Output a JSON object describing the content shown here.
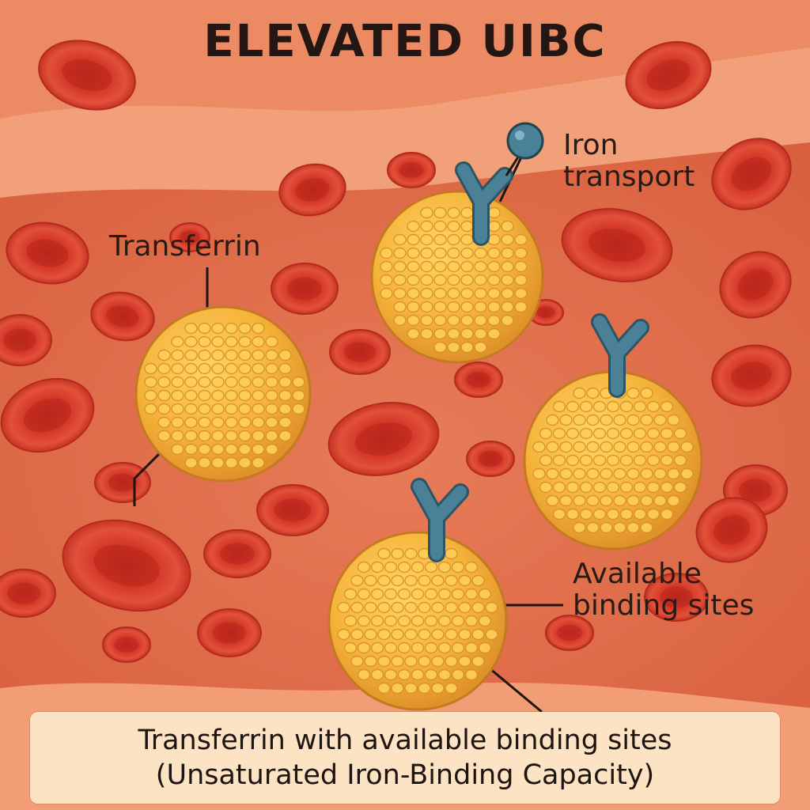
{
  "title": "ELEVATED UIBC",
  "labels": {
    "transferrin": "Transferrin",
    "iron_transport_line1": "Iron",
    "iron_transport_line2": "transport",
    "available_line1": "Available",
    "available_line2": "binding sites"
  },
  "caption": {
    "line1": "Transferrin with available binding sites",
    "line2": "(Unsaturated Iron-Binding Capacity)"
  },
  "colors": {
    "background": "#ec8a63",
    "vessel_wall": "#f2a07a",
    "vessel_lumen": "#e06a48",
    "red_blood_cell": "#d83c2a",
    "transferrin": "#f5b43a",
    "receptor": "#4a8196",
    "iron_atom": "#4a8196",
    "caption_bg": "#fbe3c4"
  }
}
